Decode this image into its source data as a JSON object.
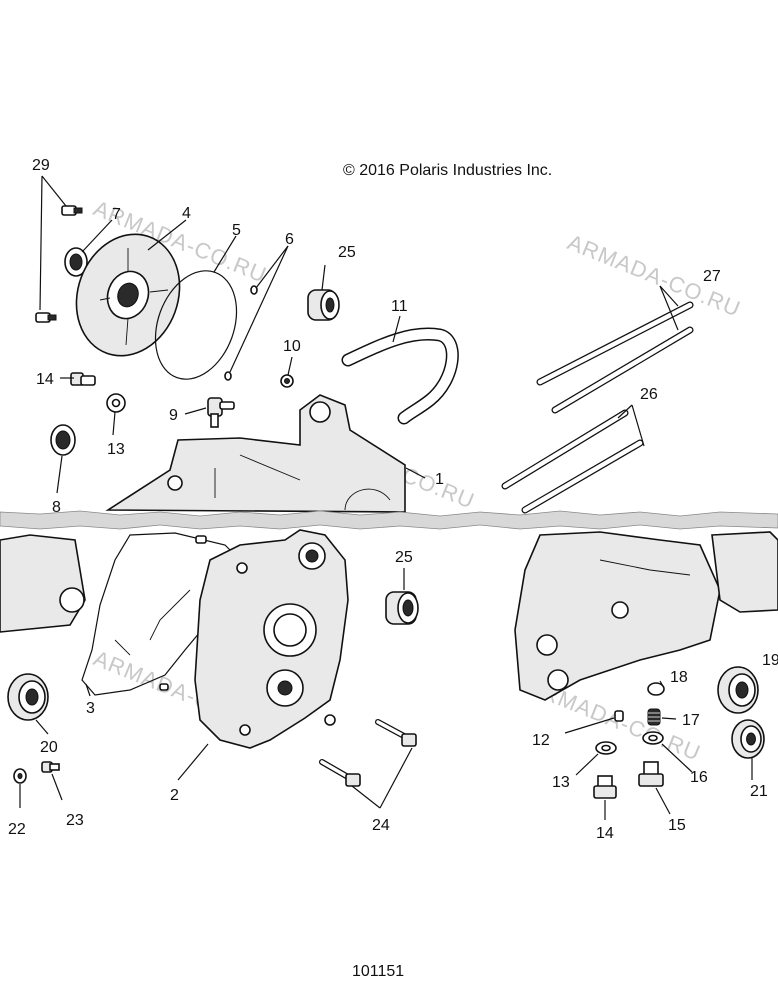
{
  "copyright": "© 2016 Polaris Industries Inc.",
  "figure_number": "101151",
  "watermark_text": "ARMADA-CO.RU",
  "callouts": [
    "29",
    "7",
    "4",
    "5",
    "6",
    "25",
    "11",
    "27",
    "14",
    "13",
    "10",
    "9",
    "1",
    "26",
    "8",
    "25",
    "2",
    "3",
    "20",
    "22",
    "23",
    "24",
    "19",
    "18",
    "17",
    "12",
    "13",
    "16",
    "21",
    "14",
    "15"
  ],
  "colors": {
    "line": "#111111",
    "watermark": "#c8c8c8",
    "background": "#ffffff"
  }
}
